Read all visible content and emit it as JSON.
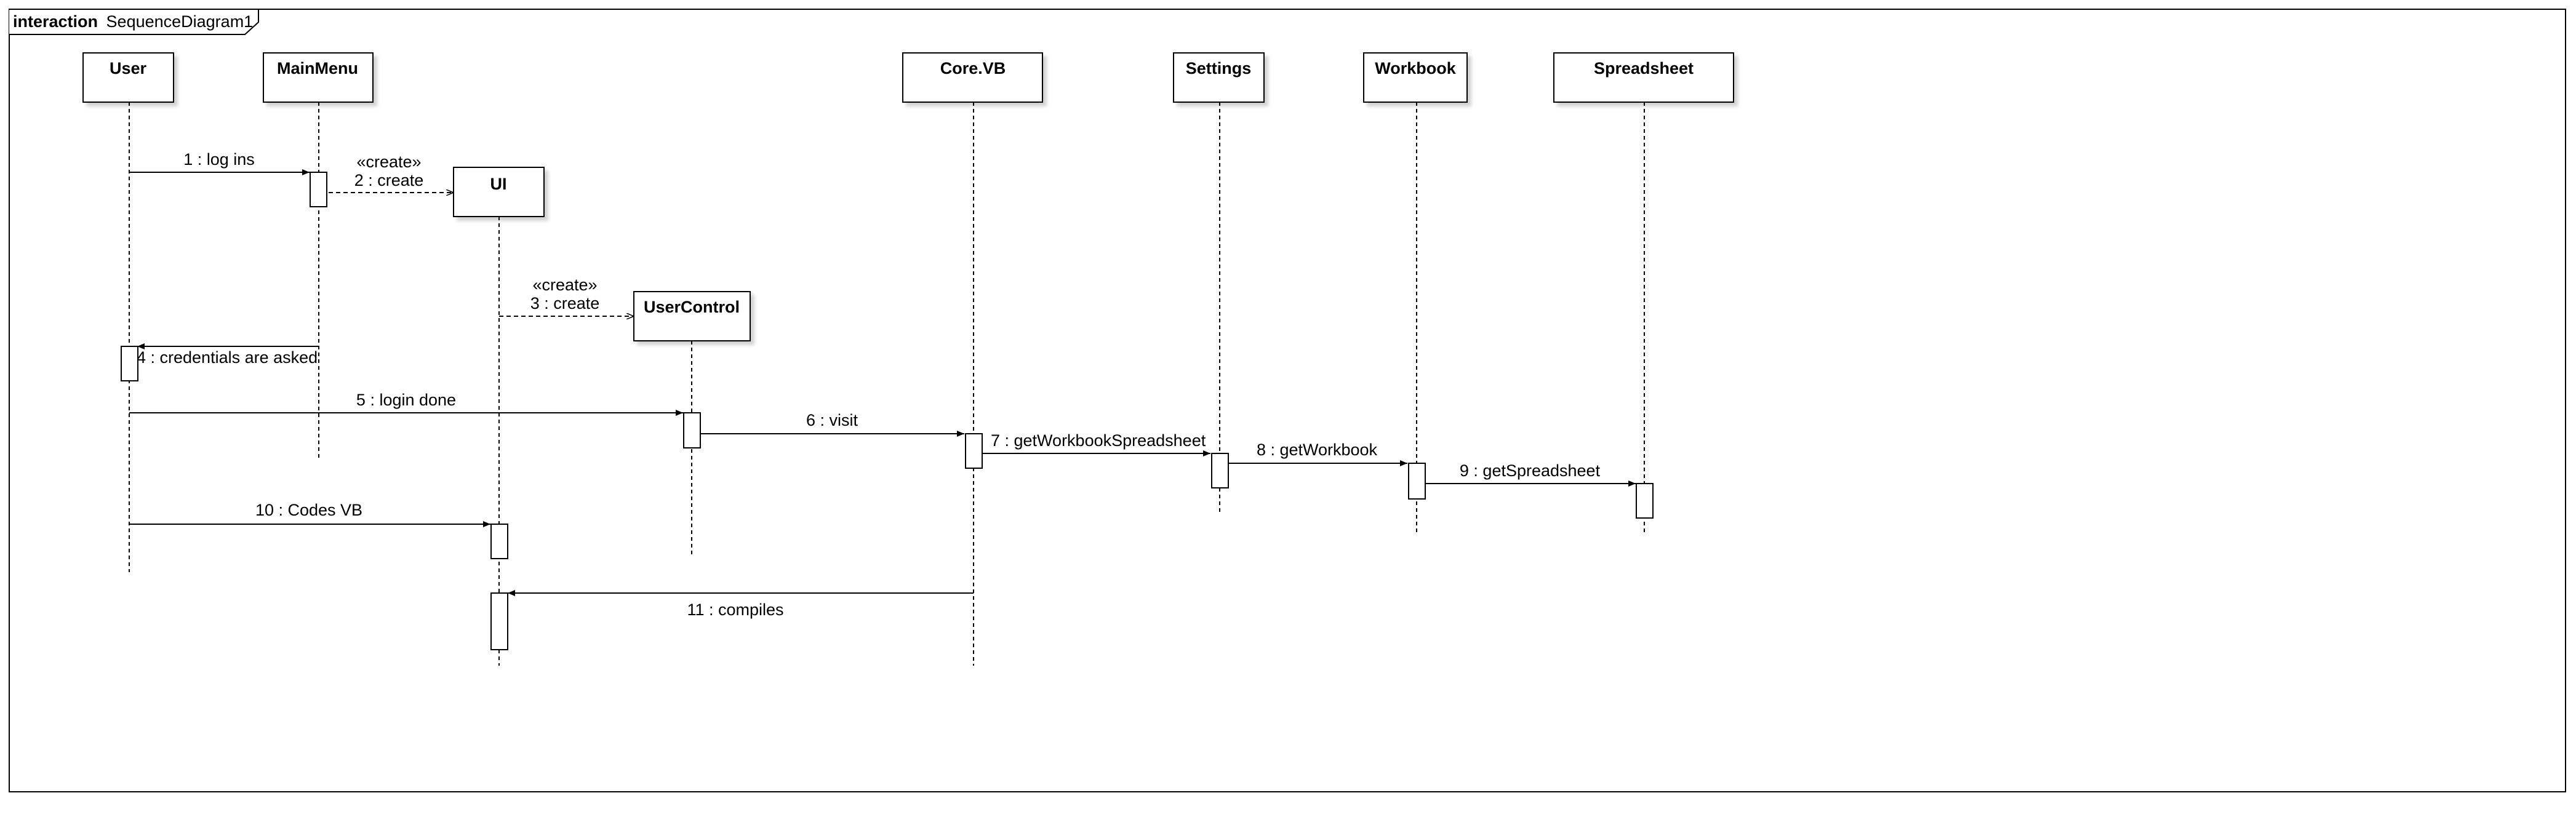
{
  "frame": {
    "keyword": "interaction",
    "name": "SequenceDiagram1"
  },
  "lifelines": [
    {
      "id": "user",
      "name": "User"
    },
    {
      "id": "mainmenu",
      "name": "MainMenu"
    },
    {
      "id": "ui",
      "name": "UI"
    },
    {
      "id": "usercontrol",
      "name": "UserControl"
    },
    {
      "id": "corevb",
      "name": "Core.VB"
    },
    {
      "id": "settings",
      "name": "Settings"
    },
    {
      "id": "workbook",
      "name": "Workbook"
    },
    {
      "id": "spreadsheet",
      "name": "Spreadsheet"
    }
  ],
  "messages": [
    {
      "id": "m1",
      "from": "user",
      "to": "mainmenu",
      "label": "1 : log ins",
      "kind": "sync"
    },
    {
      "id": "m2",
      "from": "mainmenu",
      "to": "ui",
      "stereotype": "«create»",
      "label": "2 : create",
      "kind": "create"
    },
    {
      "id": "m3",
      "from": "ui",
      "to": "usercontrol",
      "stereotype": "«create»",
      "label": "3 : create",
      "kind": "create"
    },
    {
      "id": "m4",
      "from": "mainmenu",
      "to": "user",
      "label": "4 : credentials are asked",
      "kind": "sync"
    },
    {
      "id": "m5",
      "from": "user",
      "to": "usercontrol",
      "label": "5 : login done",
      "kind": "sync"
    },
    {
      "id": "m6",
      "from": "usercontrol",
      "to": "corevb",
      "label": "6 : visit",
      "kind": "sync"
    },
    {
      "id": "m7",
      "from": "corevb",
      "to": "settings",
      "label": "7 : getWorkbookSpreadsheet",
      "kind": "sync"
    },
    {
      "id": "m8",
      "from": "settings",
      "to": "workbook",
      "label": "8 : getWorkbook",
      "kind": "sync"
    },
    {
      "id": "m9",
      "from": "workbook",
      "to": "spreadsheet",
      "label": "9 : getSpreadsheet",
      "kind": "sync"
    },
    {
      "id": "m10",
      "from": "user",
      "to": "ui",
      "label": "10 : Codes VB",
      "kind": "sync"
    },
    {
      "id": "m11",
      "from": "corevb",
      "to": "ui",
      "label": "11 : compiles",
      "kind": "sync"
    }
  ]
}
